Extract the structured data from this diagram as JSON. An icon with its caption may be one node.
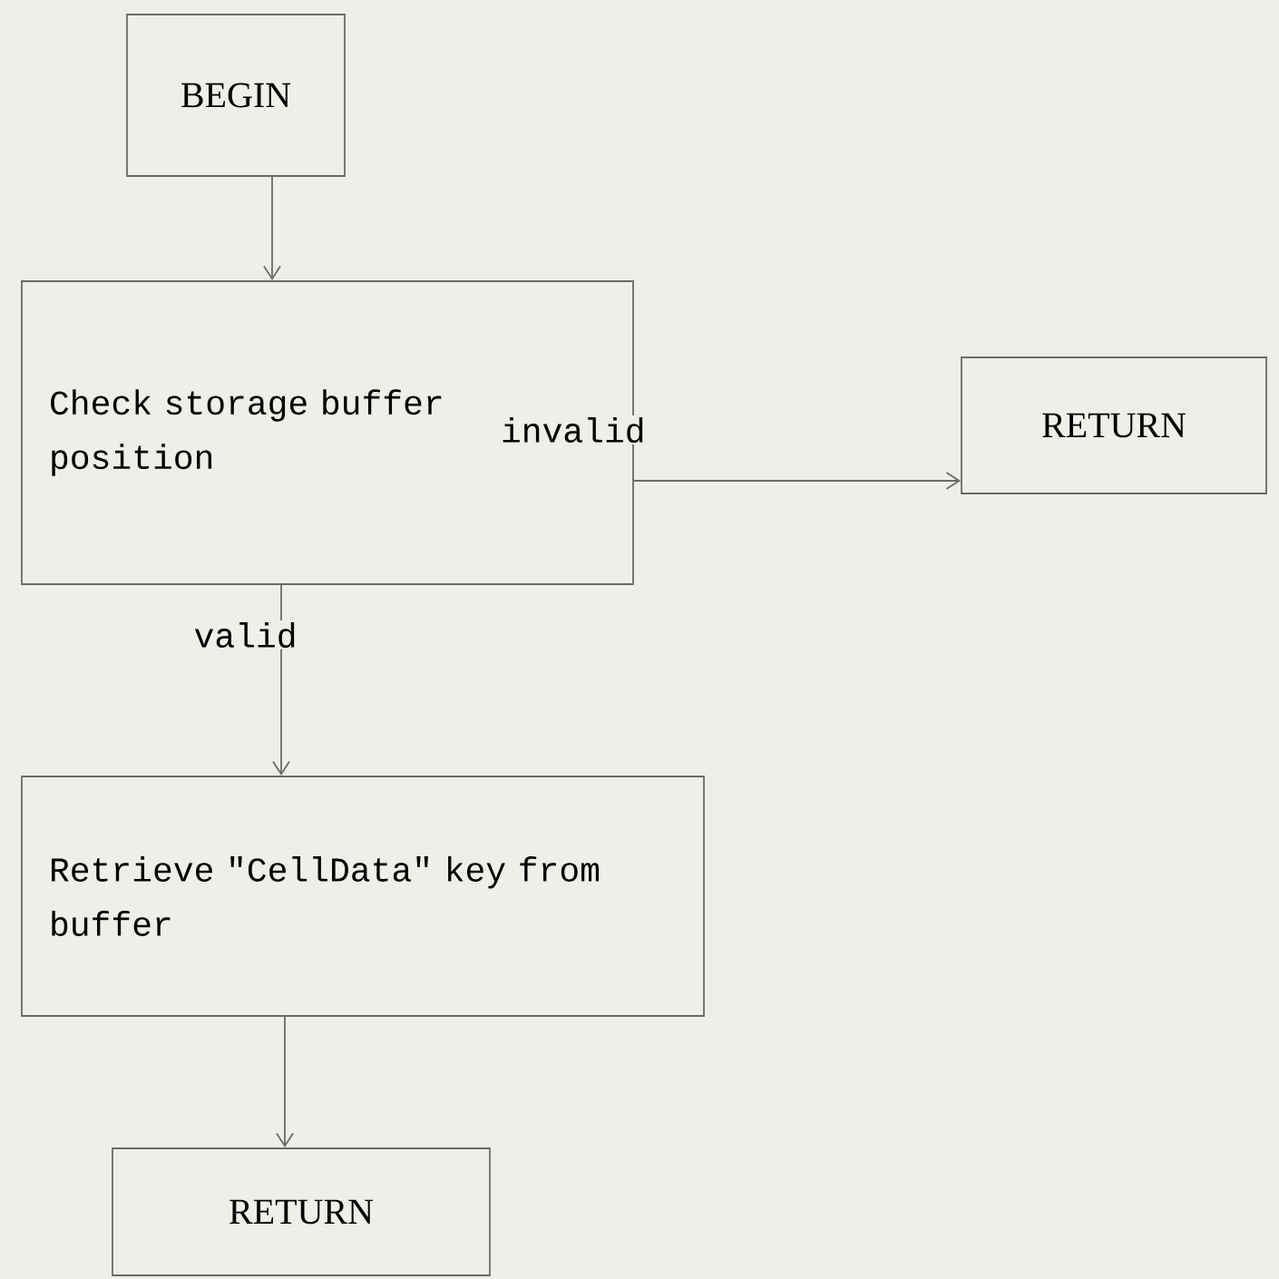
{
  "diagram": {
    "nodes": [
      {
        "text": [
          "BEGIN"
        ]
      },
      {
        "text": [
          "Check storage buffer position"
        ]
      },
      {
        "text": [
          "RETURN"
        ]
      },
      {
        "text": [
          "Retrieve \"CellData\" key from buffer"
        ]
      },
      {
        "text": [
          "RETURN"
        ]
      }
    ],
    "edges": [
      {
        "from": 0,
        "to": 1,
        "arrow": "to"
      },
      {
        "from": 1,
        "to": 2,
        "arrow": "to",
        "label": "invalid"
      },
      {
        "from": 1,
        "to": 3,
        "arrow": "to",
        "label": "valid"
      },
      {
        "from": 3,
        "to": 4,
        "arrow": "to"
      }
    ]
  }
}
